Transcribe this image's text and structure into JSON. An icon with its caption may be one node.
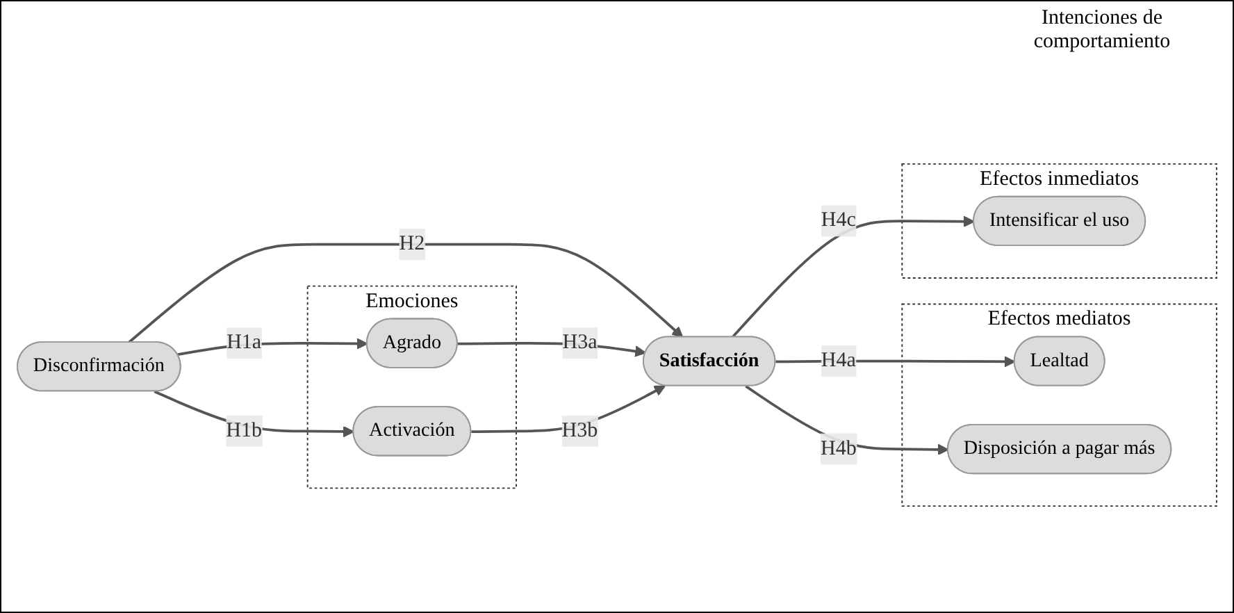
{
  "diagram": {
    "nodes": [
      {
        "text": [
          "Disconfirmación"
        ]
      },
      {
        "text": [
          "Emociones"
        ]
      },
      {
        "text": [
          "Agrado"
        ],
        "in": 1
      },
      {
        "text": [
          "Activación"
        ],
        "in": 1
      },
      {
        "text": [
          "Satisfacción"
        ]
      },
      {
        "text": [
          "Efectos mediatos"
        ]
      },
      {
        "text": [
          "Lealtad"
        ],
        "in": 5
      },
      {
        "text": [
          "Disposición a pagar más"
        ],
        "in": 5
      },
      {
        "text": [
          "Efectos inmediatos"
        ]
      },
      {
        "text": [
          "Intensificar el uso"
        ],
        "in": 8
      }
    ],
    "edges": [
      {
        "from": 0,
        "to": 2,
        "arrow": "to",
        "label": "H1a"
      },
      {
        "from": 0,
        "to": 4,
        "arrow": "to",
        "label": "H2"
      },
      {
        "from": 0,
        "to": 3,
        "arrow": "to",
        "label": "H1b"
      },
      {
        "from": 2,
        "to": 4,
        "arrow": "to",
        "label": "H3a"
      },
      {
        "from": 3,
        "to": 4,
        "arrow": "to",
        "label": "H3b"
      },
      {
        "from": 4,
        "to": 6,
        "arrow": "to",
        "label": "H4a"
      },
      {
        "from": 4,
        "to": 7,
        "arrow": "to",
        "label": "H4b"
      },
      {
        "from": 4,
        "to": 9,
        "arrow": "to",
        "label": "H4c"
      }
    ],
    "labels": [
      "Intenciones de comportamiento"
    ]
  }
}
